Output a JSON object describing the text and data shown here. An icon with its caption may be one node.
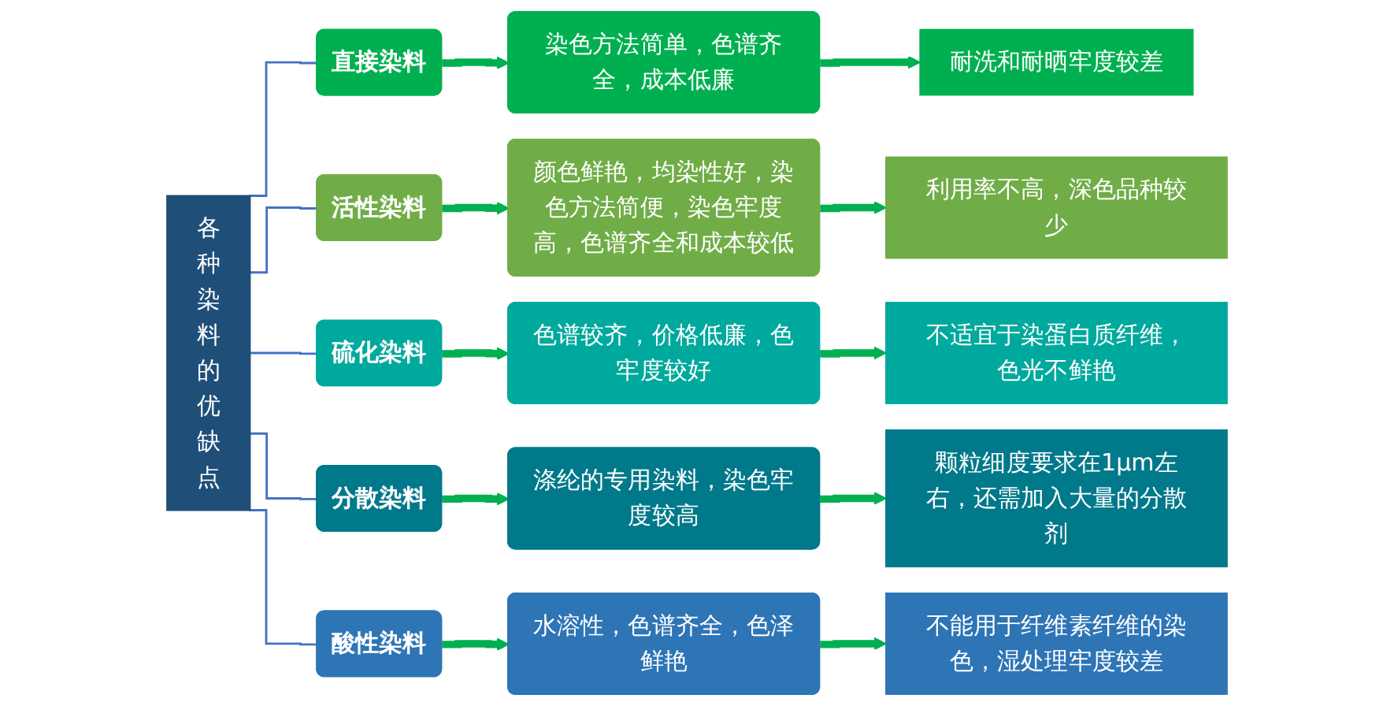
{
  "diagram": {
    "nodes": [
      {
        "text": [
          "各种染料的优缺点"
        ]
      },
      {
        "text": [
          "直接染料"
        ]
      },
      {
        "text": [
          "染色方法简单，色谱齐全，成本低廉"
        ]
      },
      {
        "text": [
          "耐洗和耐晒牢度较差"
        ]
      },
      {
        "text": [
          "活性染料"
        ]
      },
      {
        "text": [
          "颜色鲜艳，均染性好，染色方法简便，染色牢度高，色谱齐全和成本较低"
        ]
      },
      {
        "text": [
          "利用率不高，深色品种较少"
        ]
      },
      {
        "text": [
          "硫化染料"
        ]
      },
      {
        "text": [
          "色谱较齐，价格低廉，色牢度较好"
        ]
      },
      {
        "text": [
          "不适宜于染蛋白质纤维，色光不鲜艳"
        ]
      },
      {
        "text": [
          "分散染料"
        ]
      },
      {
        "text": [
          "涤纶的专用染料，染色牢度较高"
        ]
      },
      {
        "text": [
          "颗粒细度要求在1μm左右，还需加入大量的分散剂"
        ]
      },
      {
        "text": [
          "酸性染料"
        ]
      },
      {
        "text": [
          "水溶性，色谱齐全，色泽鲜艳"
        ]
      },
      {
        "text": [
          "不能用于纤维素纤维的染色，湿处理牢度较差"
        ]
      }
    ],
    "edges": [
      {
        "from": 0,
        "to": 1,
        "arrow": "none",
        "color": "#4472c4"
      },
      {
        "from": 0,
        "to": 4,
        "arrow": "none",
        "color": "#4472c4"
      },
      {
        "from": 0,
        "to": 7,
        "arrow": "none",
        "color": "#4472c4"
      },
      {
        "from": 0,
        "to": 10,
        "arrow": "none",
        "color": "#4472c4"
      },
      {
        "from": 0,
        "to": 13,
        "arrow": "none",
        "color": "#4472c4"
      },
      {
        "from": 1,
        "to": 2,
        "arrow": "to",
        "color": "#00b050"
      },
      {
        "from": 2,
        "to": 3,
        "arrow": "to",
        "color": "#00b050"
      },
      {
        "from": 4,
        "to": 5,
        "arrow": "to",
        "color": "#00b050"
      },
      {
        "from": 5,
        "to": 6,
        "arrow": "to",
        "color": "#00b050"
      },
      {
        "from": 7,
        "to": 8,
        "arrow": "to",
        "color": "#00b050"
      },
      {
        "from": 8,
        "to": 9,
        "arrow": "to",
        "color": "#00b050"
      },
      {
        "from": 10,
        "to": 11,
        "arrow": "to",
        "color": "#00b050"
      },
      {
        "from": 11,
        "to": 12,
        "arrow": "to",
        "color": "#00b050"
      },
      {
        "from": 13,
        "to": 14,
        "arrow": "to",
        "color": "#00b050"
      },
      {
        "from": 14,
        "to": 15,
        "arrow": "to",
        "color": "#00b050"
      }
    ]
  }
}
